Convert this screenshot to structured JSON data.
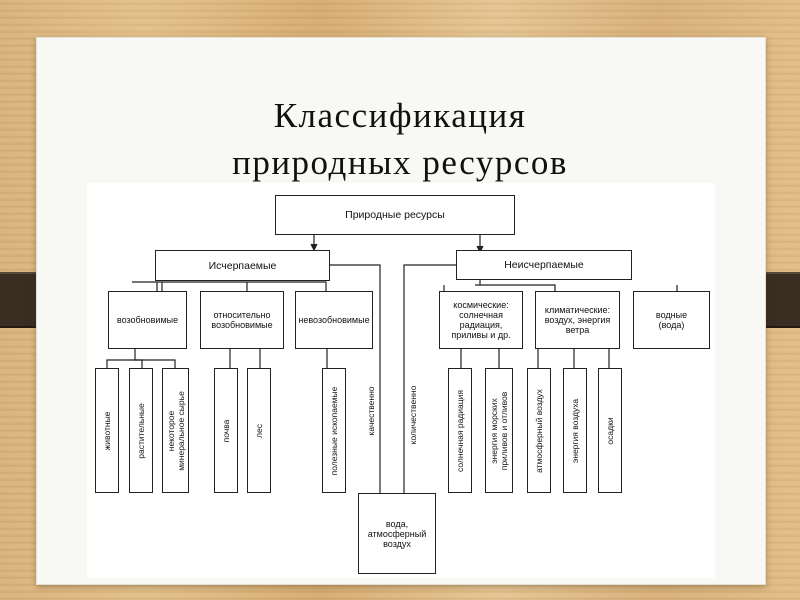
{
  "slide": {
    "title_line1": "Классификация",
    "title_line2": "природных ресурсов"
  },
  "diagram": {
    "root": "Природные ресурсы",
    "exhaustible": "Исчерпаемые",
    "inexhaustible": "Неисчерпаемые",
    "renewable": "возобновимые",
    "relatively_renewable_l1": "относительно",
    "relatively_renewable_l2": "возобновимые",
    "nonrenewable": "невозобновимые",
    "cosmic_l1": "космические:",
    "cosmic_l2": "солнечная",
    "cosmic_l3": "радиация,",
    "cosmic_l4": "приливы и др.",
    "climatic_l1": "климатические:",
    "climatic_l2": "воздух, энергия",
    "climatic_l3": "ветра",
    "water_l1": "водные",
    "water_l2": "(вода)",
    "animal": "животные",
    "plant": "растительные",
    "mineral_l1": "некоторое",
    "mineral_l2": "минеральное сырье",
    "soil": "почва",
    "forest": "лес",
    "fossils": "полезные ископаемые",
    "qualitative": "качественно",
    "quantitative": "количественно",
    "solar_radiation": "солнечная радиация",
    "tidal_l1": "энергия морских",
    "tidal_l2": "приливов и отливов",
    "atm_air": "атмосферный воздух",
    "air_energy": "энергия воздуха",
    "precipitation": "осадки",
    "water_air_l1": "вода,",
    "water_air_l2": "атмосферный",
    "water_air_l3": "воздух"
  }
}
